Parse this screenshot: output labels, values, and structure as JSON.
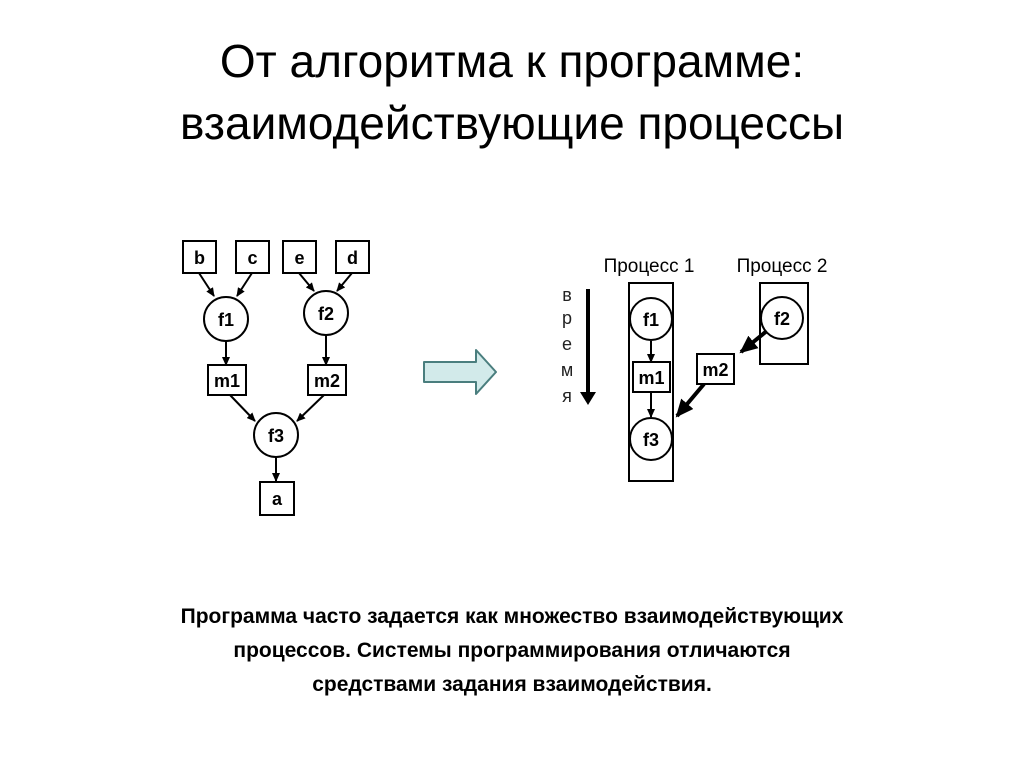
{
  "title": {
    "line1": "От алгоритма к программе:",
    "line2": "взаимодействующие процессы"
  },
  "left_graph": {
    "inputs": [
      "b",
      "c",
      "e",
      "d"
    ],
    "f1": "f1",
    "f2": "f2",
    "m1": "m1",
    "m2": "m2",
    "f3": "f3",
    "output": "a"
  },
  "right_graph": {
    "process1_label": "Процесс 1",
    "process2_label": "Процесс 2",
    "time_letters": [
      "в",
      "р",
      "е",
      "м",
      "я"
    ],
    "f1": "f1",
    "m1": "m1",
    "f3": "f3",
    "f2": "f2",
    "m2": "m2"
  },
  "colors": {
    "transition_arrow_fill": "#d2eaea",
    "transition_arrow_stroke": "#4a7e7e"
  },
  "caption": {
    "line1": "Программа часто задается как множество взаимодействующих",
    "line2": "процессов. Системы программирования отличаются",
    "line3": "средствами задания взаимодействия."
  }
}
